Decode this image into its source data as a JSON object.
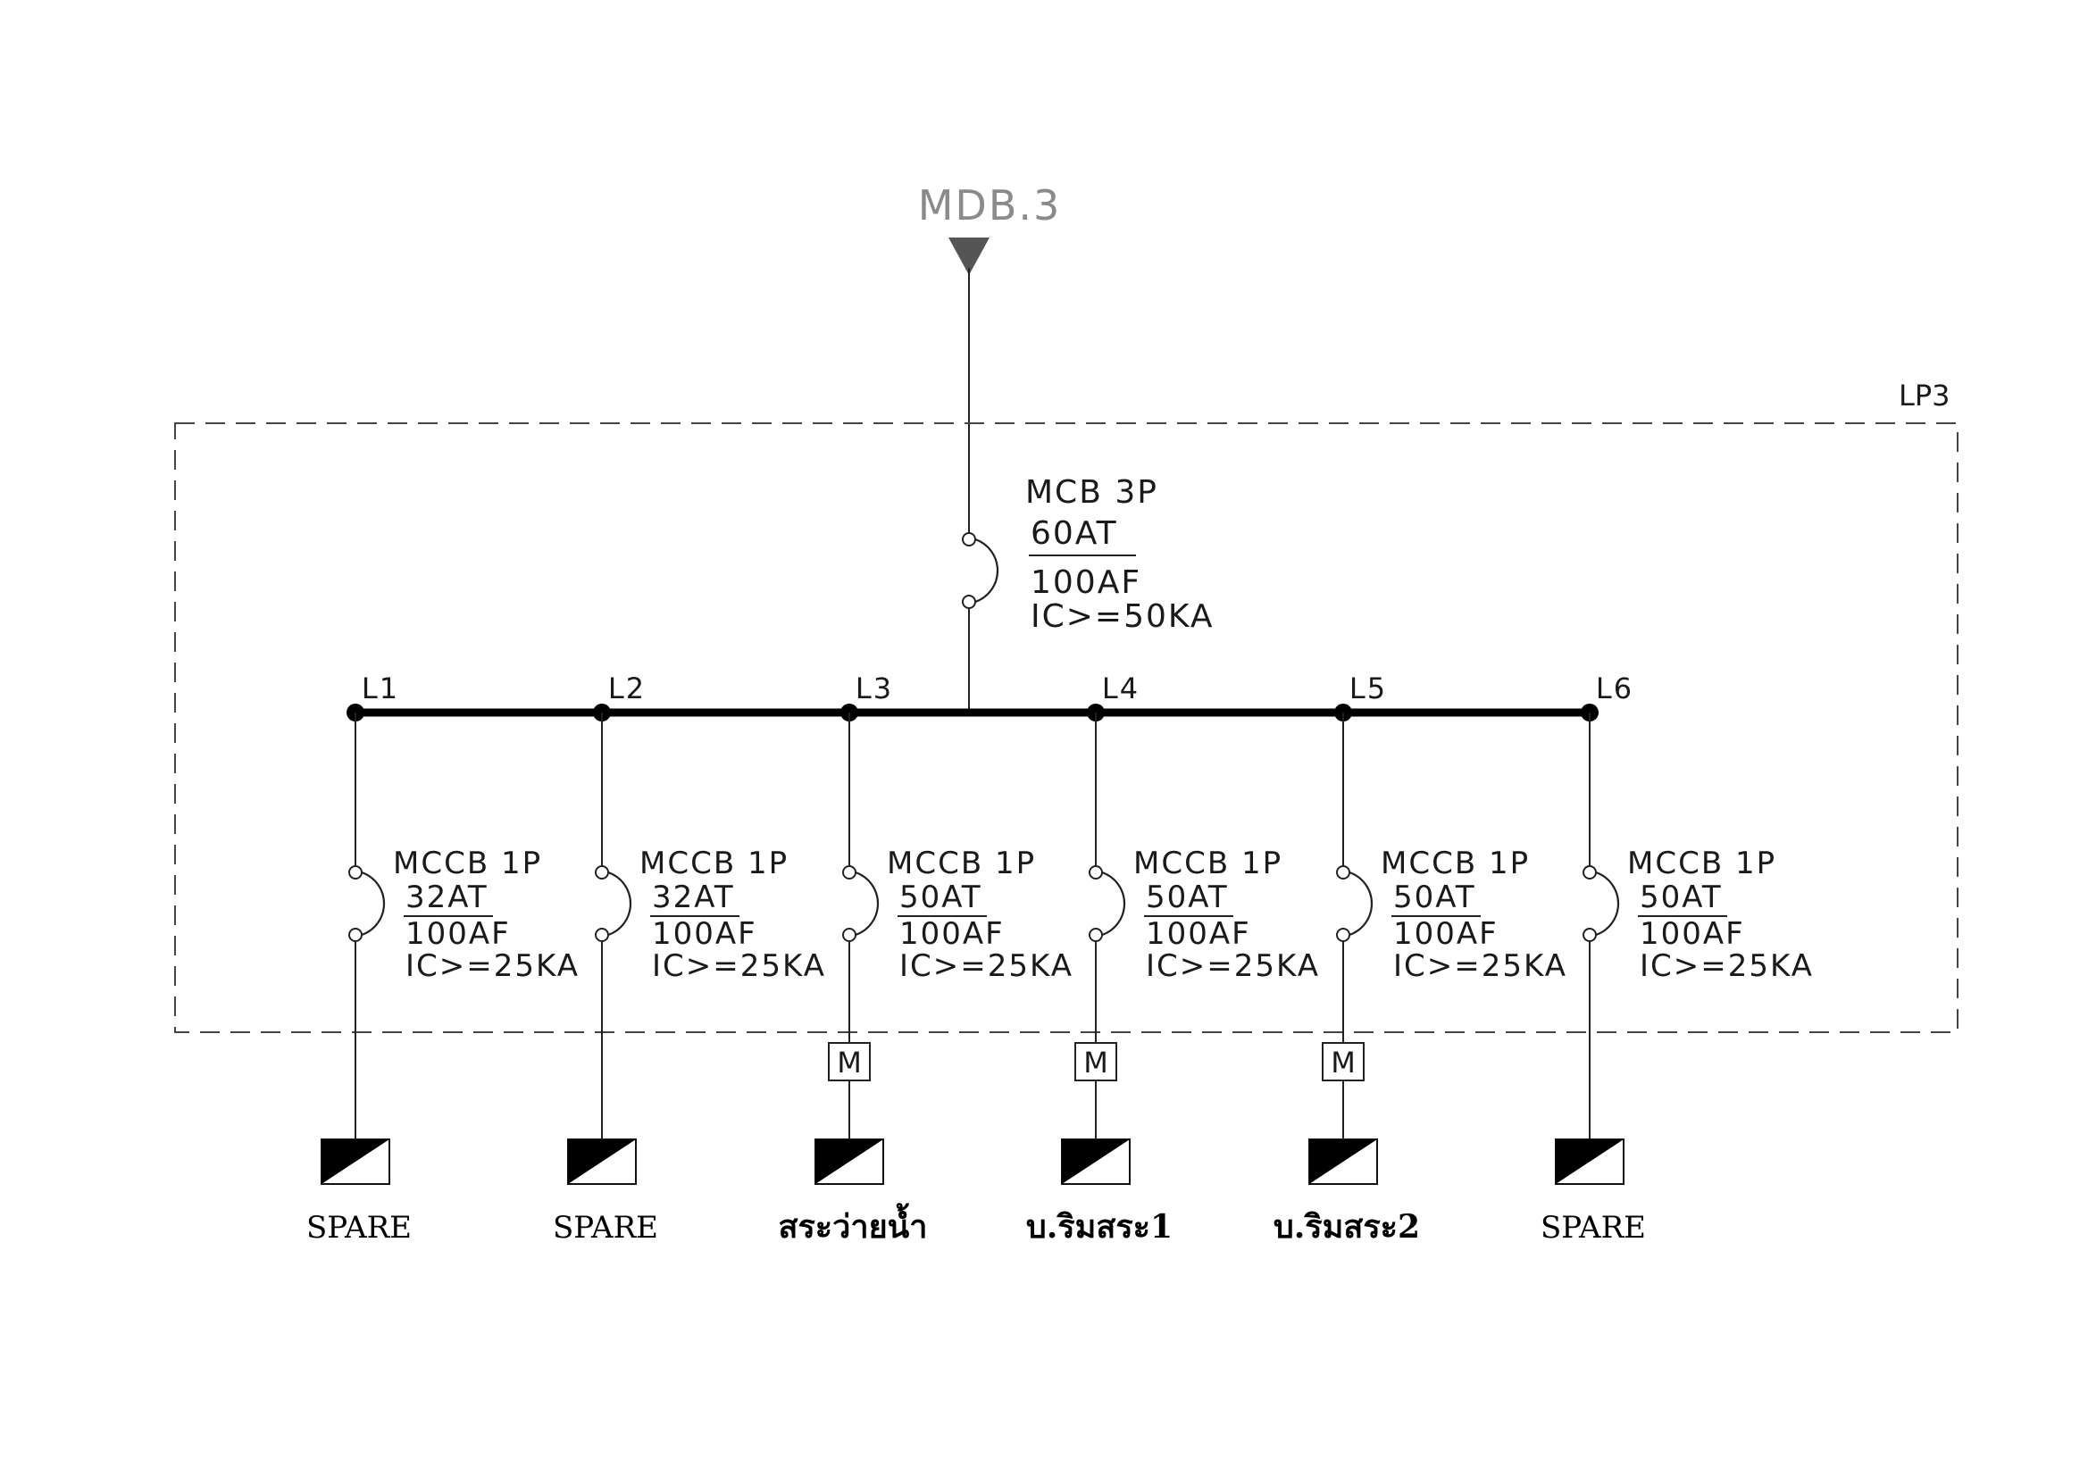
{
  "source": {
    "label": "MDB.3",
    "color": "#8a8a8a",
    "arrow_color": "#555555"
  },
  "panel": {
    "label": "LP3"
  },
  "main_breaker": {
    "type": "MCB 3P",
    "trip": "60AT",
    "frame": "100AF",
    "ic": "IC>=50KA"
  },
  "circuits": [
    {
      "phase": "L1",
      "type": "MCCB 1P",
      "trip": "32AT",
      "frame": "100AF",
      "ic": "IC>=25KA",
      "motor": false,
      "motor_label": "",
      "load_label": "SPARE"
    },
    {
      "phase": "L2",
      "type": "MCCB 1P",
      "trip": "32AT",
      "frame": "100AF",
      "ic": "IC>=25KA",
      "motor": false,
      "motor_label": "",
      "load_label": "SPARE"
    },
    {
      "phase": "L3",
      "type": "MCCB 1P",
      "trip": "50AT",
      "frame": "100AF",
      "ic": "IC>=25KA",
      "motor": true,
      "motor_label": "M",
      "load_label": "สระว่ายน้ำ"
    },
    {
      "phase": "L4",
      "type": "MCCB 1P",
      "trip": "50AT",
      "frame": "100AF",
      "ic": "IC>=25KA",
      "motor": true,
      "motor_label": "M",
      "load_label": "บ.ริมสระ1"
    },
    {
      "phase": "L5",
      "type": "MCCB 1P",
      "trip": "50AT",
      "frame": "100AF",
      "ic": "IC>=25KA",
      "motor": true,
      "motor_label": "M",
      "load_label": "บ.ริมสระ2"
    },
    {
      "phase": "L6",
      "type": "MCCB 1P",
      "trip": "50AT",
      "frame": "100AF",
      "ic": "IC>=25KA",
      "motor": false,
      "motor_label": "",
      "load_label": "SPARE"
    }
  ]
}
